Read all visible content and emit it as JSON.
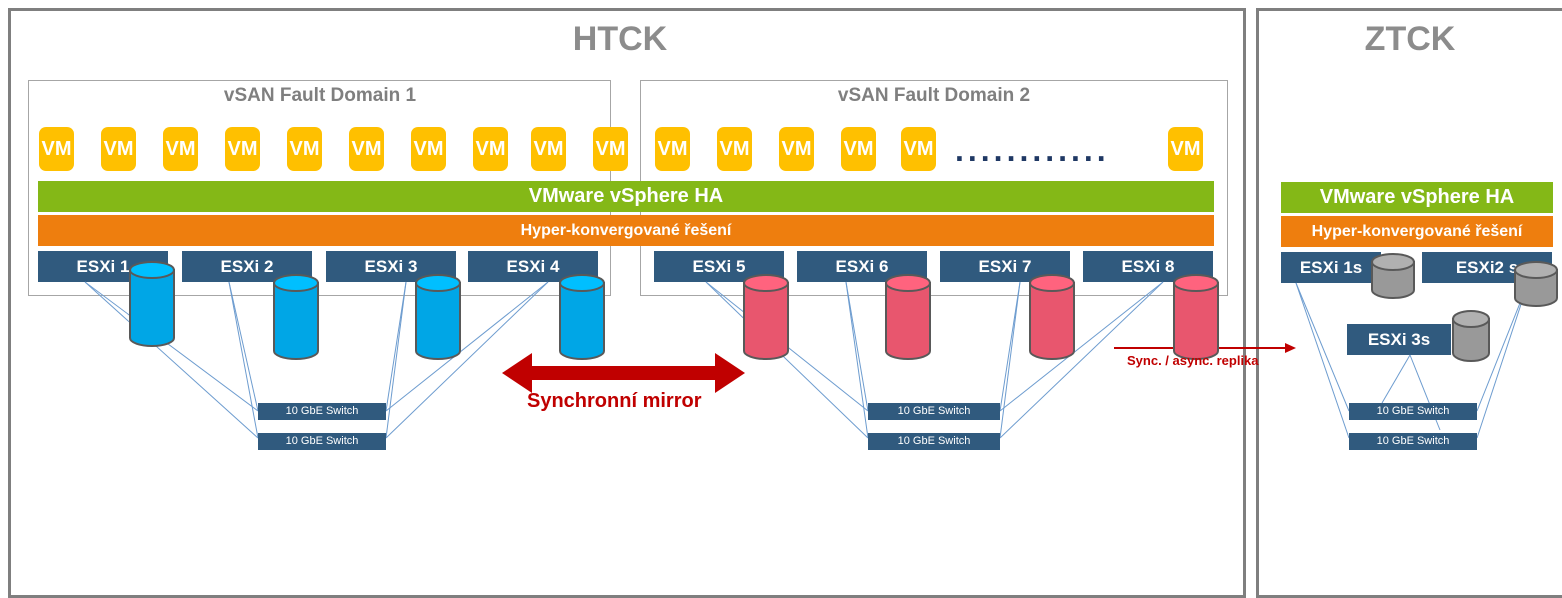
{
  "htck": {
    "title": "HTCK",
    "fault_domains": [
      {
        "title": "vSAN Fault Domain 1"
      },
      {
        "title": "vSAN Fault Domain 2"
      }
    ],
    "vm_label": "VM",
    "dots": "............",
    "ha_label": "VMware vSphere HA",
    "hci_label": "Hyper-konvergované řešení",
    "hosts": [
      "ESXi 1",
      "ESXi 2",
      "ESXi 3",
      "ESXi 4",
      "ESXi 5",
      "ESXi 6",
      "ESXi 7",
      "ESXi 8"
    ],
    "switch_label": "10 GbE Switch",
    "mirror_label": "Synchronní mirror"
  },
  "replica_label": "Sync. / async. replika",
  "ztck": {
    "title": "ZTCK",
    "ha_label": "VMware vSphere HA",
    "hci_label": "Hyper-konvergované řešení",
    "hosts": [
      "ESXi 1s",
      "ESXi2 s",
      "ESXi 3s"
    ],
    "switch_label": "10 GbE Switch"
  },
  "colors": {
    "vm": "#ffc000",
    "ha": "#84b817",
    "hci": "#ee7e0e",
    "host": "#305a7e",
    "disk_fd1": "#00a6e6",
    "disk_fd2": "#e8566e",
    "disk_ztck": "#999999",
    "mirror": "#c00000"
  }
}
